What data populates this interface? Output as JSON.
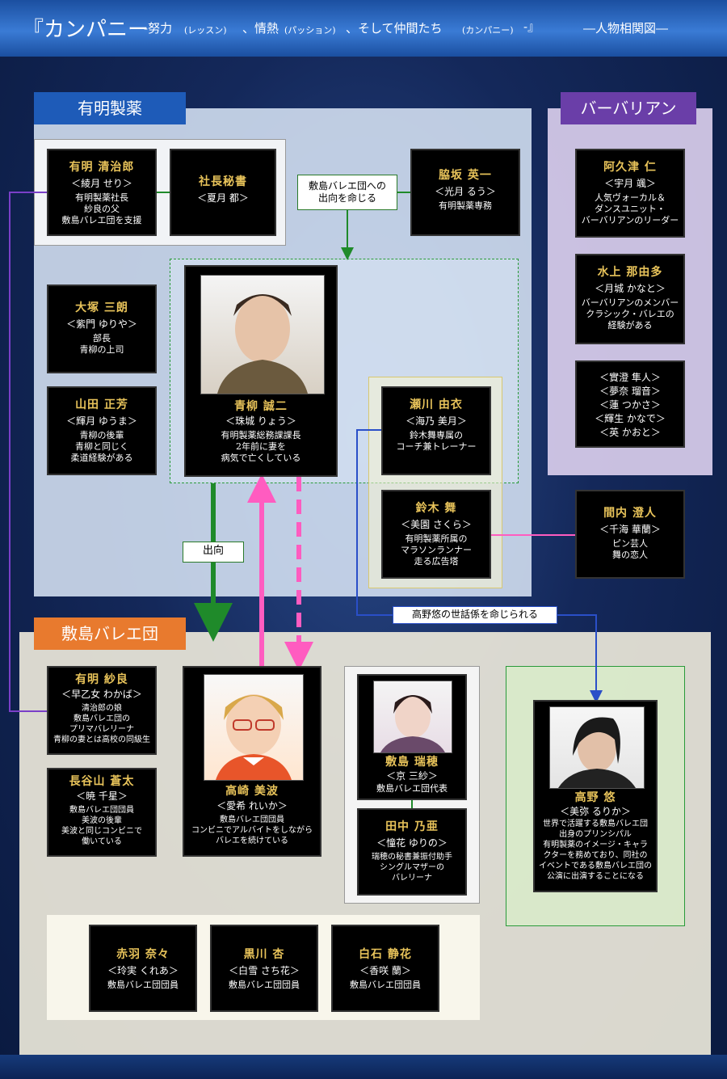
{
  "header": {
    "title_main": "『カンパニー",
    "title_p1": "-努力",
    "title_r1": "(レッスン)",
    "title_p2": "、情熱",
    "title_r2": "(パッション)",
    "title_p3": "、そして仲間たち",
    "title_r3": "(カンパニー)",
    "title_end": "-』",
    "subtitle": "―人物相関図―"
  },
  "groups": {
    "ariake": "有明製薬",
    "bavarian": "バーバリアン",
    "ballet": "敷島バレエ団"
  },
  "labels": {
    "order_ballet": "敷島バレエ団への出向を命じる",
    "order_ballet_l1": "敷島バレエ団への",
    "order_ballet_l2": "出向を命じる",
    "shukkou": "出向",
    "caretaker": "高野悠の世話係を命じられる"
  },
  "characters": {
    "seijiro": {
      "name": "有明 清治郎",
      "actor": "＜綾月 せり＞",
      "desc": [
        "有明製薬社長",
        "紗良の父",
        "敷島バレエ団を支援"
      ]
    },
    "hisho": {
      "name": "社長秘書",
      "actor": "＜夏月 都＞",
      "desc": []
    },
    "wakisaka": {
      "name": "脇坂 英一",
      "actor": "＜光月 るう＞",
      "desc": [
        "有明製薬専務"
      ]
    },
    "otsuka": {
      "name": "大塚 三朗",
      "actor": "＜紫門 ゆりや＞",
      "desc": [
        "部長",
        "青柳の上司"
      ]
    },
    "yamada": {
      "name": "山田 正芳",
      "actor": "＜輝月 ゆうま＞",
      "desc": [
        "青柳の後輩",
        "青柳と同じく",
        "柔道経験がある"
      ]
    },
    "aoyagi": {
      "name": "青柳 誠二",
      "actor": "＜珠城 りょう＞",
      "desc": [
        "有明製薬総務課課長",
        "2年前に妻を",
        "病気で亡くしている"
      ]
    },
    "segawa": {
      "name": "瀬川 由衣",
      "actor": "＜海乃 美月＞",
      "desc": [
        "鈴木舞専属の",
        "コーチ兼トレーナー"
      ]
    },
    "suzuki": {
      "name": "鈴木 舞",
      "actor": "＜美園 さくら＞",
      "desc": [
        "有明製薬所属の",
        "マラソンランナー",
        "走る広告塔"
      ]
    },
    "akutsu": {
      "name": "阿久津 仁",
      "actor": "＜宇月 颯＞",
      "desc": [
        "人気ヴォーカル＆",
        "ダンスユニット・",
        "バーバリアンのリーダー"
      ]
    },
    "mizukami": {
      "name": "水上 那由多",
      "actor": "＜月城 かなと＞",
      "desc": [
        "バーバリアンのメンバー",
        "クラシック・バレエの",
        "経験がある"
      ]
    },
    "members": {
      "name": "",
      "actor": "",
      "desc": [
        "＜實澄 隼人＞",
        "＜夢奈 瑠音＞",
        "＜蓮 つかさ＞",
        "＜輝生 かなで＞",
        "＜英 かおと＞"
      ]
    },
    "mauchi": {
      "name": "間内 澄人",
      "actor": "＜千海 華蘭＞",
      "desc": [
        "ピン芸人",
        "舞の恋人"
      ]
    },
    "sara": {
      "name": "有明 紗良",
      "actor": "＜早乙女 わかば＞",
      "desc": [
        "清治郎の娘",
        "敷島バレエ団の",
        "プリマバレリーナ",
        "青柳の妻とは高校の同級生"
      ]
    },
    "haseyama": {
      "name": "長谷山 蒼太",
      "actor": "＜暁 千星＞",
      "desc": [
        "敷島バレエ団団員",
        "美波の後輩",
        "美波と同じコンビニで",
        "働いている"
      ]
    },
    "takasaki": {
      "name": "高崎 美波",
      "actor": "＜愛希 れいか＞",
      "desc": [
        "敷島バレエ団団員",
        "コンビニでアルバイトをしながら",
        "バレエを続けている"
      ]
    },
    "mizuho": {
      "name": "敷島 瑞穂",
      "actor": "＜京 三紗＞",
      "desc": [
        "敷島バレエ団代表"
      ]
    },
    "tanaka": {
      "name": "田中 乃亜",
      "actor": "＜憧花 ゆりの＞",
      "desc": [
        "瑞穂の秘書兼振付助手",
        "シングルマザーの",
        "バレリーナ"
      ]
    },
    "takano": {
      "name": "高野 悠",
      "actor": "＜美弥 るりか＞",
      "desc": [
        "世界で活躍する敷島バレエ団",
        "出身のプリンシパル",
        "有明製薬のイメージ・キャラ",
        "クターを務めており、同社の",
        "イベントである敷島バレエ団の",
        "公演に出演することになる"
      ]
    },
    "akabane": {
      "name": "赤羽 奈々",
      "actor": "＜玲実 くれあ＞",
      "desc": [
        "敷島バレエ団団員"
      ]
    },
    "kurokawa": {
      "name": "黒川 杏",
      "actor": "＜白雪 さち花＞",
      "desc": [
        "敷島バレエ団団員"
      ]
    },
    "shiraishi": {
      "name": "白石 静花",
      "actor": "＜香咲 蘭＞",
      "desc": [
        "敷島バレエ団団員"
      ]
    }
  },
  "colors": {
    "accent_gold": "#e8c35a",
    "ariake_blue": "#1e5bb8",
    "bavarian_purple": "#6a3ea8",
    "ballet_orange": "#e87a2e",
    "link_green": "#1f8a2a",
    "link_pink": "#ff5cc0",
    "link_blue": "#2a4fc8",
    "link_purple": "#7a3fc8"
  }
}
